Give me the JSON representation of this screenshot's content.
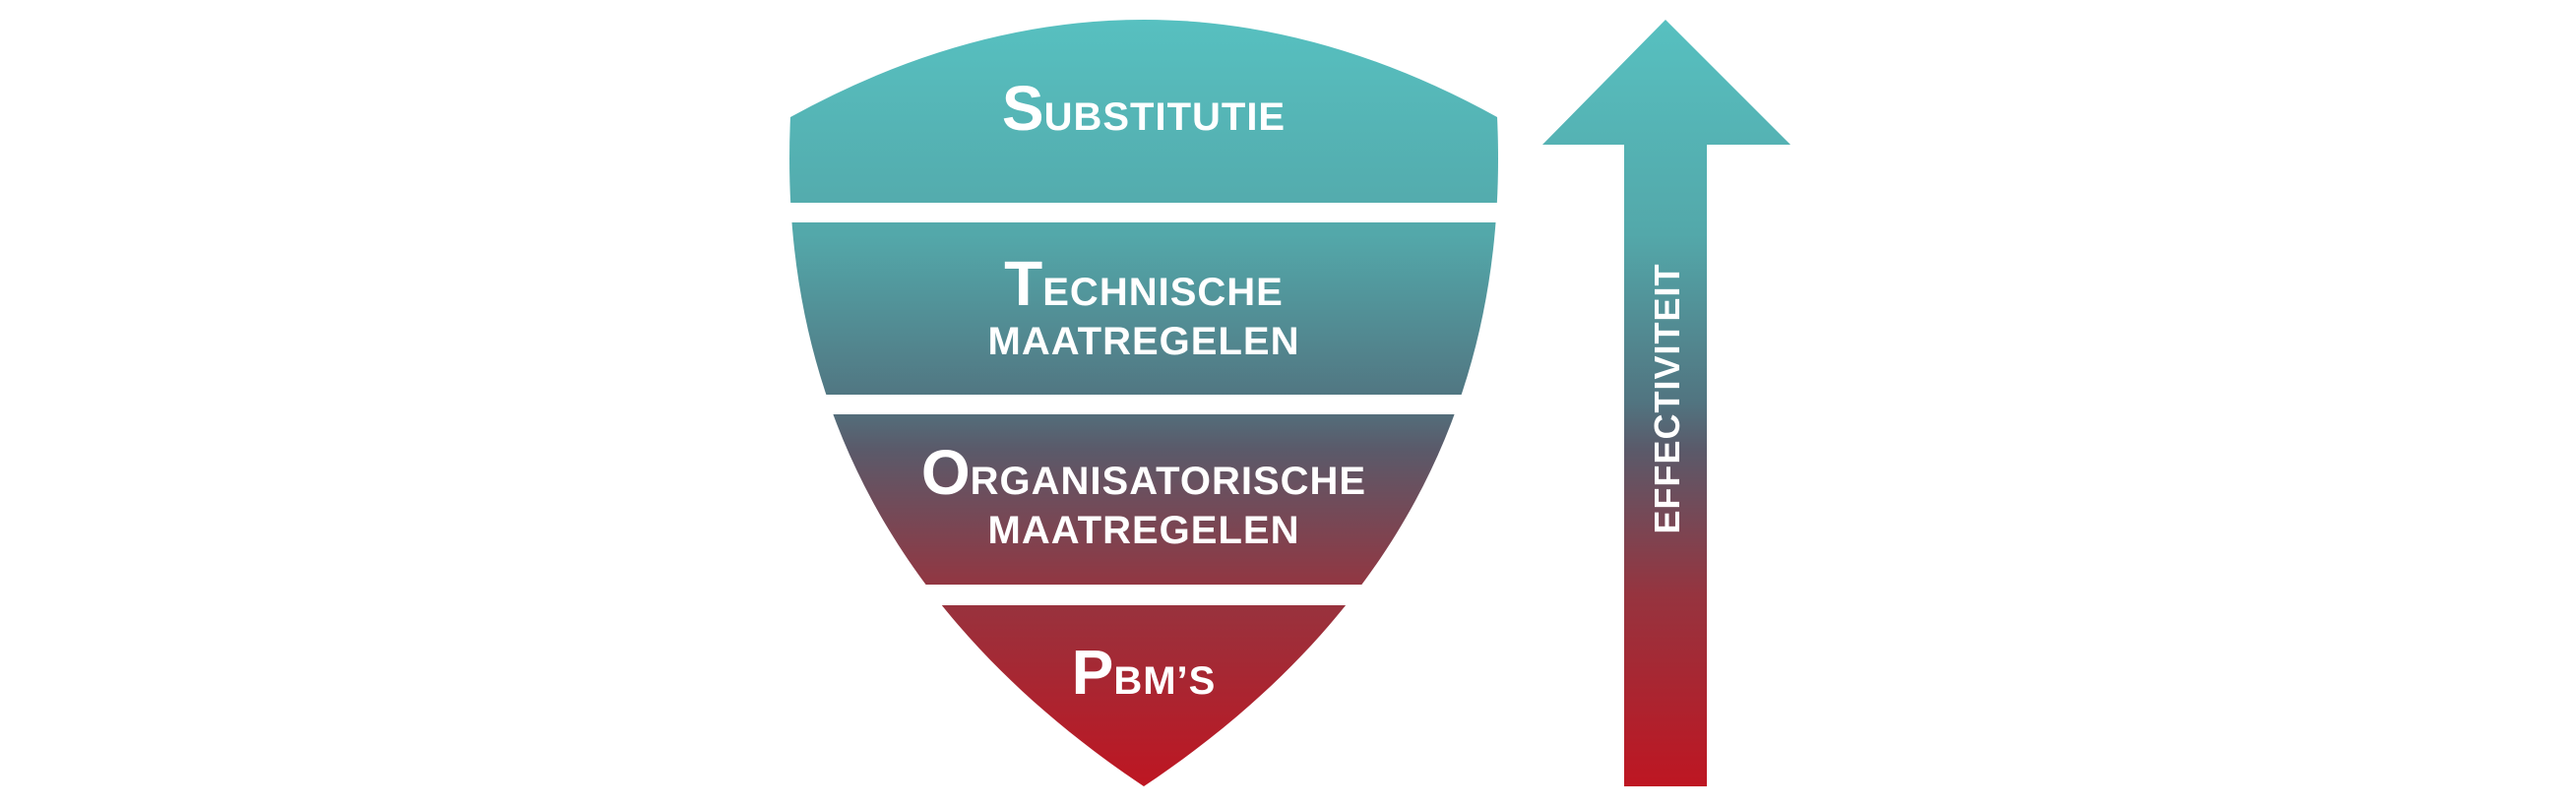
{
  "shield": {
    "levels": [
      {
        "initial": "S",
        "rest": "UBSTITUTIE",
        "line2": ""
      },
      {
        "initial": "T",
        "rest": "ECHNISCHE",
        "line2": "MAATREGELEN"
      },
      {
        "initial": "O",
        "rest": "RGANISATORISCHE",
        "line2": "MAATREGELEN"
      },
      {
        "initial": "P",
        "rest": "BM’S",
        "line2": ""
      }
    ]
  },
  "arrow": {
    "label": "EFFECTIVITEIT"
  },
  "colors": {
    "top": "#57c0c0",
    "middle": "#517884",
    "lower": "#6c4f5c",
    "bottom": "#be1622"
  }
}
